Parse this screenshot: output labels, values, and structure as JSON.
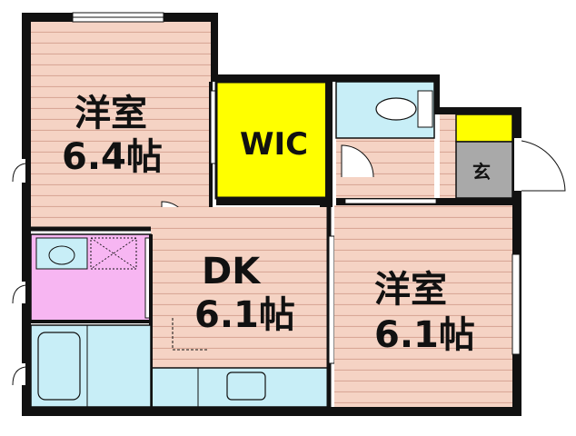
{
  "floorplan": {
    "rooms": {
      "western_room_1": {
        "name": "洋室",
        "size": "6.4帖"
      },
      "wic": {
        "name": "WIC"
      },
      "dk": {
        "name": "DK",
        "size": "6.1帖"
      },
      "western_room_2": {
        "name": "洋室",
        "size": "6.1帖"
      },
      "genkan": {
        "name": "玄"
      }
    },
    "colors": {
      "floor_wood": "#f5d3c4",
      "floor_stripe": "#d9a897",
      "wall": "#111111",
      "wic_fill": "#ffff00",
      "genkan_fill": "#a9a9a9",
      "genkan_top": "#ffff00",
      "washroom_fill": "#f7b6f2",
      "water_fill": "#c8eef7",
      "bath_fill": "#c8eef7"
    }
  }
}
